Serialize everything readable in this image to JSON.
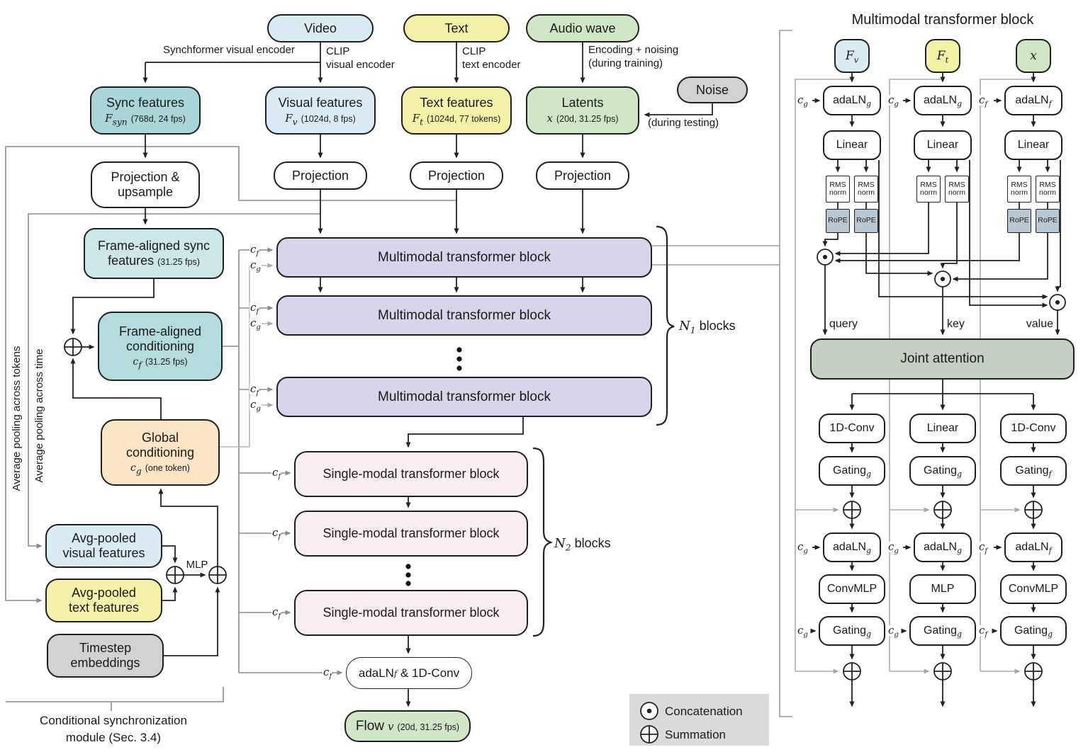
{
  "colors": {
    "blue": "#d9ecf6",
    "yellow": "#f6f1a9",
    "green": "#cfe7c4",
    "teal": "#a9d6d8",
    "teal_light": "#cbe7e8",
    "teal_mid": "#b2dcdd",
    "peach": "#fbe5c5",
    "gray": "#d2d2d2",
    "lavender": "#d9d4eb",
    "pink": "#f9edf2",
    "sage": "#c6cfc4",
    "rope": "#b9c7d2",
    "legend_bg": "#dadada"
  },
  "top": {
    "video": "Video",
    "text": "Text",
    "audio": "Audio wave",
    "noise": "Noise",
    "sync_encoder": "Synchformer visual encoder",
    "clip_visual": [
      "CLIP",
      "visual encoder"
    ],
    "clip_text": [
      "CLIP",
      "text encoder"
    ],
    "audio_encoding": [
      "Encoding + noising",
      "(during training)"
    ],
    "during_testing": "(during testing)"
  },
  "features": {
    "sync": {
      "title": "Sync features",
      "sym": "F",
      "sub": "syn",
      "meta": "(768d, 24 fps)"
    },
    "visual": {
      "title": "Visual features",
      "sym": "F",
      "sub": "v",
      "meta": "(1024d, 8 fps)"
    },
    "text": {
      "title": "Text features",
      "sym": "F",
      "sub": "t",
      "meta": "(1024d, 77 tokens)"
    },
    "latents": {
      "title": "Latents",
      "sym": "x",
      "sub": "",
      "meta": "(20d, 31.25 fps)"
    }
  },
  "projection": {
    "sync": "Projection & upsample",
    "visual": "Projection",
    "text": "Projection",
    "audio": "Projection"
  },
  "cond": {
    "frame_sync": {
      "line1": "Frame-aligned sync",
      "line2": "features",
      "meta": "(31.25 fps)"
    },
    "frame_cond": {
      "line1": "Frame-aligned",
      "line2": "conditioning",
      "sym": "c",
      "sub": "f",
      "meta": "(31.25 fps)"
    },
    "global": {
      "line1": "Global",
      "line2": "conditioning",
      "sym": "c",
      "sub": "g",
      "meta": "(one token)"
    },
    "avg_visual": [
      "Avg-pooled",
      "visual features"
    ],
    "avg_text": [
      "Avg-pooled",
      "text features"
    ],
    "timestep": [
      "Timestep",
      "embeddings"
    ],
    "mlp": "MLP",
    "pool_tokens": "Average pooling across tokens",
    "pool_time": "Average pooling across time",
    "caption": [
      "Conditional synchronization",
      "module (Sec. 3.4)"
    ]
  },
  "main": {
    "mm_block": "Multimodal transformer block",
    "sm_block": "Single-modal transformer block",
    "n1": {
      "sym": "N",
      "sub": "1",
      "label": "blocks"
    },
    "n2": {
      "sym": "N",
      "sub": "2",
      "label": "blocks"
    },
    "final": {
      "pre": "adaLN",
      "sub": "f",
      "post": " & 1D-Conv"
    },
    "flow": {
      "title": "Flow",
      "sym": "v",
      "meta": "(20d, 31.25 fps)"
    },
    "c_sym": "c",
    "cf_sub": "f",
    "cg_sub": "g"
  },
  "legend": {
    "concat": "Concatenation",
    "sum": "Summation"
  },
  "panel": {
    "title": "Multimodal transformer block",
    "linear": "Linear",
    "adaln": "adaLN",
    "gating": "Gating",
    "rms": [
      "RMS",
      "norm"
    ],
    "rope": "RoPE",
    "joint": "Joint attention",
    "qkv": [
      "query",
      "key",
      "value"
    ],
    "c_sym": "c",
    "cols": [
      {
        "token_sym": "F",
        "token_sub": "v",
        "c1": "g",
        "a1": "g",
        "post": "1D-Conv",
        "g1": "g",
        "c2": "g",
        "a2": "g",
        "mlp": "ConvMLP",
        "c3": "g",
        "g2": "g"
      },
      {
        "token_sym": "F",
        "token_sub": "t",
        "c1": "g",
        "a1": "g",
        "post": "Linear",
        "g1": "g",
        "c2": "g",
        "a2": "g",
        "mlp": "MLP",
        "c3": "g",
        "g2": "g"
      },
      {
        "token_sym": "x",
        "token_sub": "",
        "c1": "f",
        "a1": "f",
        "post": "1D-Conv",
        "g1": "f",
        "c2": "f",
        "a2": "f",
        "mlp": "ConvMLP",
        "c3": "f",
        "g2": "g"
      }
    ]
  }
}
